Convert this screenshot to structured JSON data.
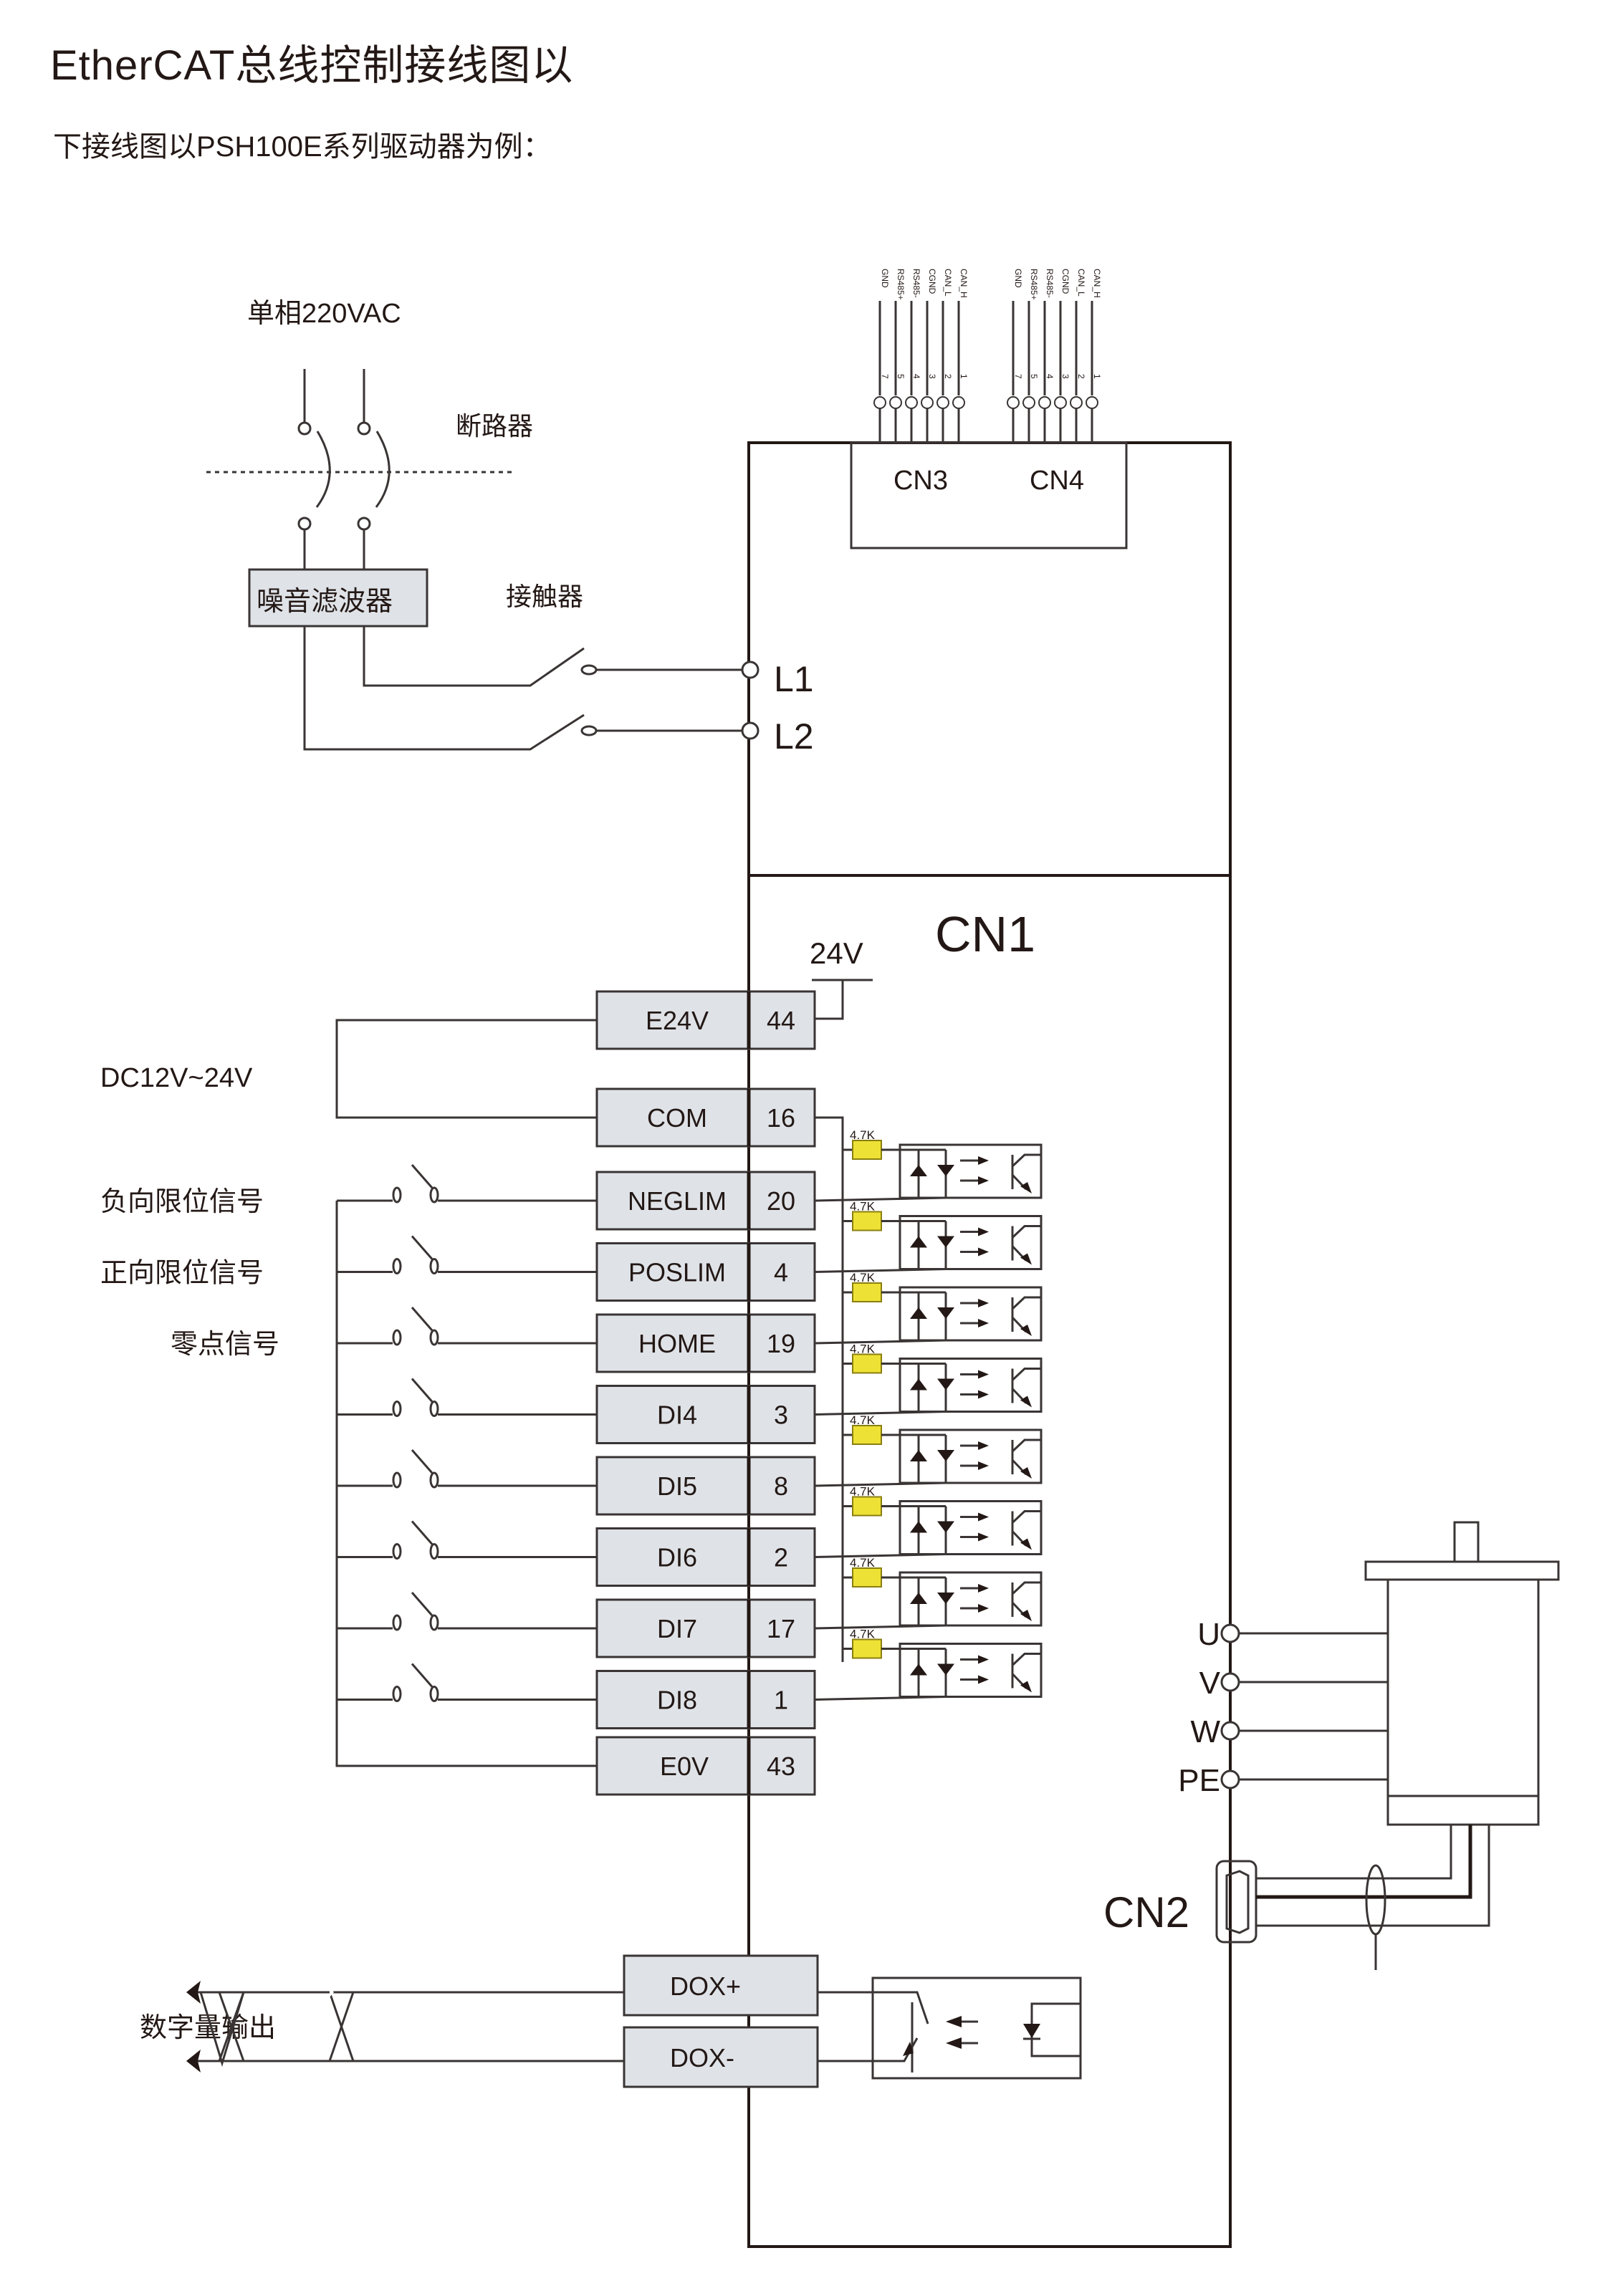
{
  "header": {
    "title": "EtherCAT总线控制接线图以",
    "subtitle": "下接线图以PSH100E系列驱动器为例："
  },
  "power": {
    "supply_label": "单相220VAC",
    "breaker_label": "断路器",
    "filter_label": "噪音滤波器",
    "contactor_label": "接触器",
    "terminals": [
      "L1",
      "L2"
    ]
  },
  "comm": {
    "connectors": [
      {
        "name": "CN3",
        "pins": [
          {
            "signal": "GND",
            "pin": "7"
          },
          {
            "signal": "RS485+",
            "pin": "5"
          },
          {
            "signal": "RS485-",
            "pin": "4"
          },
          {
            "signal": "CGND",
            "pin": "3"
          },
          {
            "signal": "CAN_L",
            "pin": "2"
          },
          {
            "signal": "CAN_H",
            "pin": "1"
          }
        ]
      },
      {
        "name": "CN4",
        "pins": [
          {
            "signal": "GND",
            "pin": "7"
          },
          {
            "signal": "RS485+",
            "pin": "5"
          },
          {
            "signal": "RS485-",
            "pin": "4"
          },
          {
            "signal": "CGND",
            "pin": "3"
          },
          {
            "signal": "CAN_L",
            "pin": "2"
          },
          {
            "signal": "CAN_H",
            "pin": "1"
          }
        ]
      }
    ]
  },
  "cn1": {
    "title": "CN1",
    "internal_supply": "24V",
    "external_supply": "DC12V~24V",
    "resistor_label": "4.7K",
    "power_pins": [
      {
        "signal": "E24V",
        "pin": "44"
      },
      {
        "signal": "COM",
        "pin": "16"
      }
    ],
    "inputs": [
      {
        "signal": "NEGLIM",
        "pin": "20",
        "desc": "负向限位信号"
      },
      {
        "signal": "POSLIM",
        "pin": "4",
        "desc": "正向限位信号"
      },
      {
        "signal": "HOME",
        "pin": "19",
        "desc": "零点信号"
      },
      {
        "signal": "DI4",
        "pin": "3",
        "desc": ""
      },
      {
        "signal": "DI5",
        "pin": "8",
        "desc": ""
      },
      {
        "signal": "DI6",
        "pin": "2",
        "desc": ""
      },
      {
        "signal": "DI7",
        "pin": "17",
        "desc": ""
      },
      {
        "signal": "DI8",
        "pin": "1",
        "desc": ""
      }
    ],
    "ground_pin": {
      "signal": "E0V",
      "pin": "43"
    },
    "outputs": {
      "label": "数字量输出",
      "pins": [
        "DOX+",
        "DOX-"
      ]
    }
  },
  "motor": {
    "terminals": [
      "U",
      "V",
      "W",
      "PE"
    ],
    "encoder_connector": "CN2"
  },
  "colors": {
    "line": "#231815",
    "terminal_fill": "#dfe3e8",
    "resistor_fill": "#ede135"
  }
}
